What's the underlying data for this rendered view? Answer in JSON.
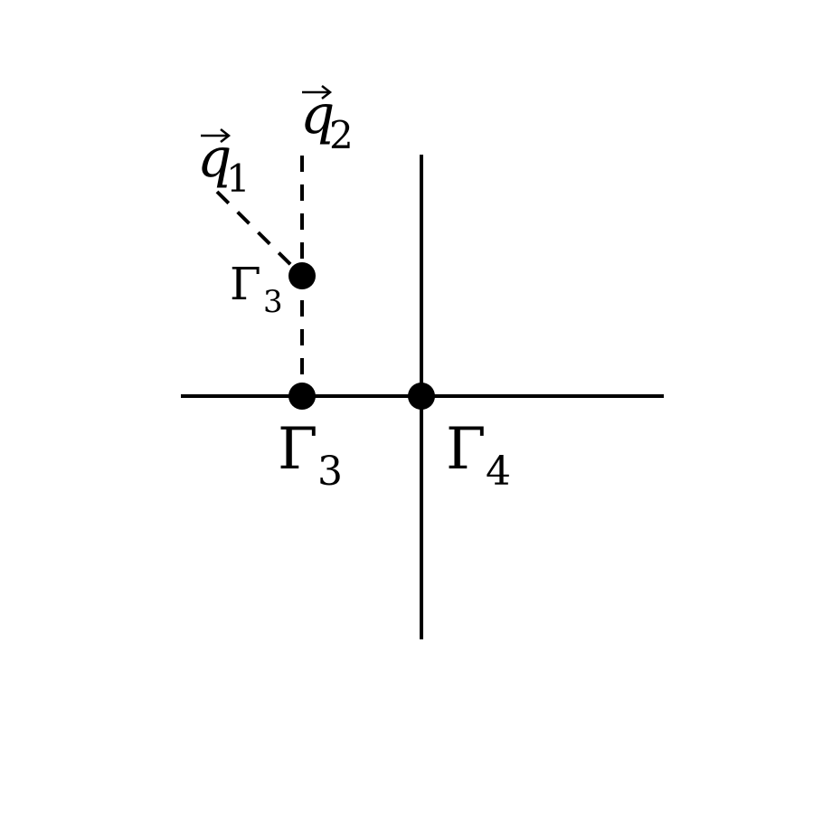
{
  "diagram": {
    "vectors": {
      "q1": {
        "symbol": "q",
        "subscript": "1"
      },
      "q2": {
        "symbol": "q",
        "subscript": "2"
      }
    },
    "vertices": {
      "upper": {
        "symbol": "Γ",
        "subscript": "3"
      },
      "middle": {
        "symbol": "Γ",
        "subscript": "3"
      },
      "crossing": {
        "symbol": "Γ",
        "subscript": "4"
      }
    }
  }
}
